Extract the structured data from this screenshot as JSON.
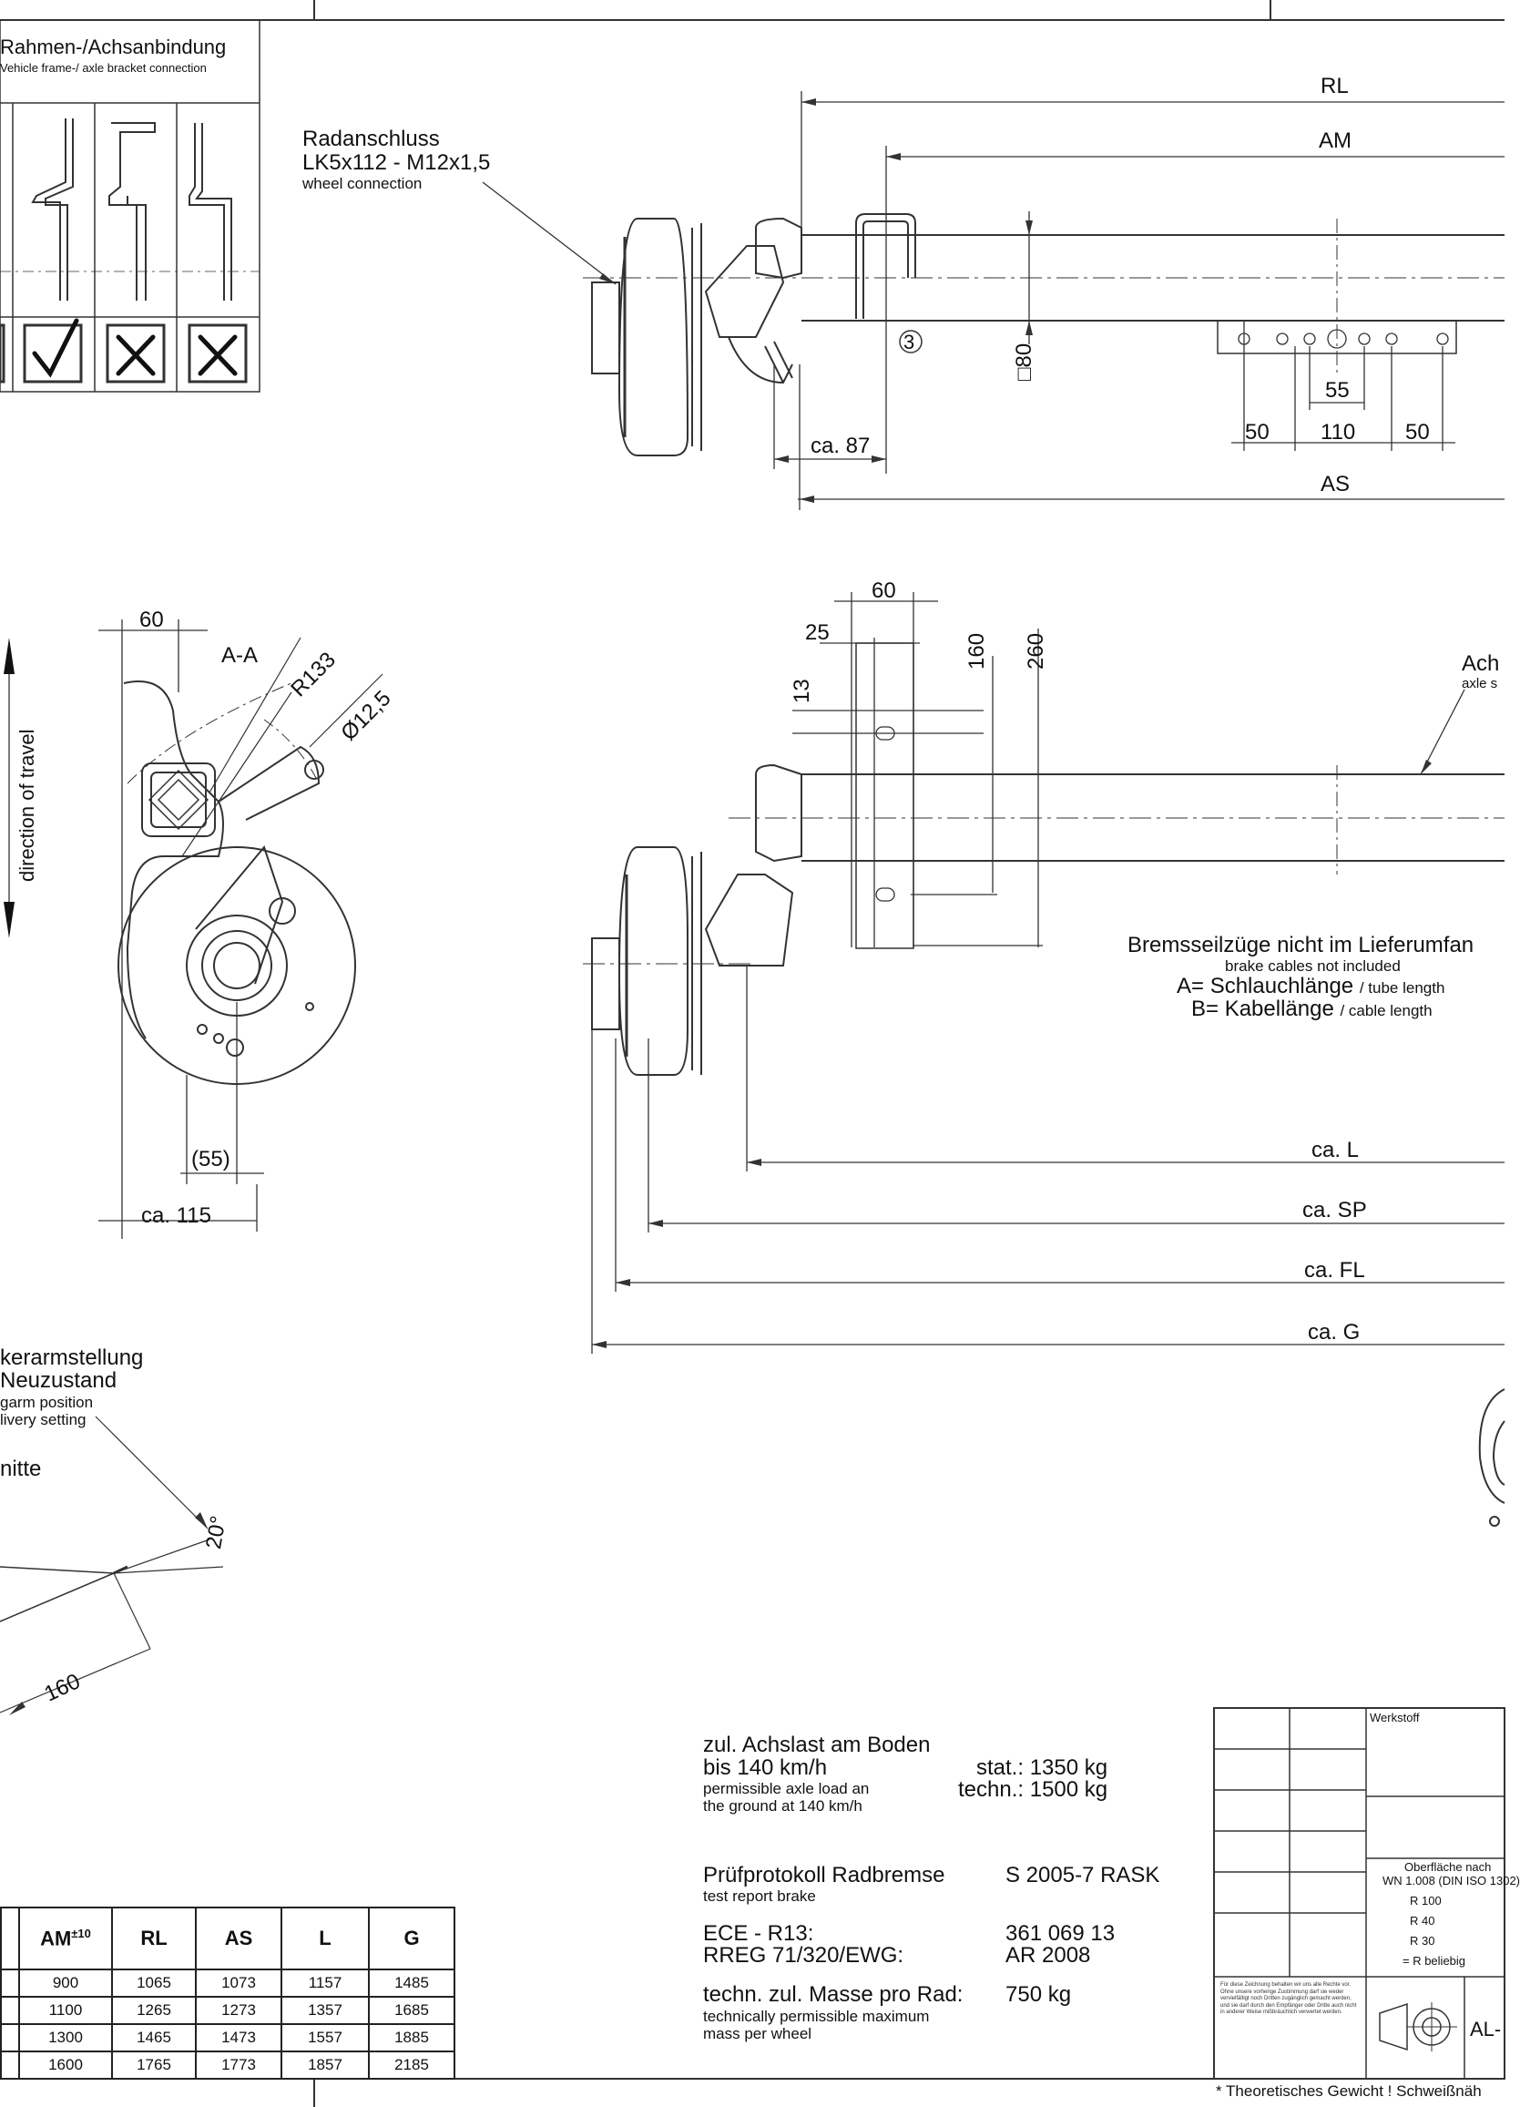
{
  "frame_section": {
    "title": "Rahmen-/Achsanbindung",
    "subtitle": "Vehicle frame-/ axle bracket connection",
    "options": [
      {
        "icon": "check-icon",
        "state": "checked"
      },
      {
        "icon": "x-mark-icon",
        "state": "excluded"
      },
      {
        "icon": "x-mark-icon",
        "state": "excluded"
      }
    ]
  },
  "top_view": {
    "wheel_connection_de": "Radanschluss",
    "wheel_connection_spec": "LK5x112 - M12x1,5",
    "wheel_connection_en": "wheel connection",
    "dim_rl": "RL",
    "dim_am": "AM",
    "dim_as": "AS",
    "dim_ca87": "ca. 87",
    "dim_square": "□80",
    "dim_55": "55",
    "dim_50a": "50",
    "dim_110": "110",
    "dim_50b": "50",
    "callout_3": "3"
  },
  "side_view": {
    "dim_60": "60",
    "section": "A-A",
    "radius": "R133",
    "bore": "Ø12,5",
    "direction": "direction of travel",
    "dim_55": "(55)",
    "dim_ca115": "ca. 115"
  },
  "front_view": {
    "dim_60": "60",
    "dim_25": "25",
    "dim_13": "13",
    "dim_160": "160",
    "dim_260": "260",
    "axle_label": "Ach",
    "axle_sub": "axle s",
    "cables_de": "Bremsseilzüge nicht im Lieferumfan",
    "cables_en": "brake cables not included",
    "a_de": "A= Schlauchlänge",
    "a_en": "/ tube length",
    "b_de": "B= Kabellänge",
    "b_en": "/ cable length",
    "dim_l": "ca. L",
    "dim_sp": "ca. SP",
    "dim_fl": "ca. FL",
    "dim_g": "ca. G"
  },
  "lever_view": {
    "line1": "kerarmstellung",
    "line2": "Neuzustand",
    "line3": "garm position",
    "line4": "livery setting",
    "line5": "nitte",
    "angle": "20°",
    "length": "160"
  },
  "load_block": {
    "axle_load_de_1": "zul. Achslast am Boden",
    "axle_load_de_2": "bis 140 km/h",
    "axle_load_en_1": "permissible axle load an",
    "axle_load_en_2": "the ground at 140 km/h",
    "stat": "stat.: 1350 kg",
    "techn": "techn.: 1500 kg",
    "report_de": "Prüfprotokoll Radbremse",
    "report_en": "test report brake",
    "report_val": "S 2005-7 RASK",
    "ece": "ECE - R13:",
    "ece_val": "361 069 13",
    "rreg": "RREG 71/320/EWG:",
    "rreg_val": "AR 2008",
    "mass_de": "techn. zul. Masse pro Rad:",
    "mass_val": "750  kg",
    "mass_en_1": "technically permissible maximum",
    "mass_en_2": "mass per wheel"
  },
  "dimension_table": {
    "columns": [
      "AM",
      "RL",
      "AS",
      "L",
      "G"
    ],
    "am_tolerance": "±10",
    "rows": [
      [
        "900",
        "1065",
        "1073",
        "1157",
        "1485"
      ],
      [
        "1100",
        "1265",
        "1273",
        "1357",
        "1685"
      ],
      [
        "1300",
        "1465",
        "1473",
        "1557",
        "1885"
      ],
      [
        "1600",
        "1765",
        "1773",
        "1857",
        "2185"
      ]
    ]
  },
  "title_block": {
    "werkstoff": "Werkstoff",
    "surface_1": "Oberfläche nach",
    "surface_2": "WN 1.008 (DIN ISO 1302)",
    "r100": "R 100",
    "r40": "R 40",
    "r30": "R 30",
    "rany": "= R beliebig",
    "note": "Für diese Zeichnung behalten wir uns alle Rechte vor. Ohne unsere vorherige Zustimmung darf sie weder vervielfältigt noch Dritten zugänglich gemacht werden, und sie darf durch den Empfänger oder Dritte auch nicht in anderer Weise mißbräuchlich verwertet werden.",
    "code": "AL-",
    "footer": "* Theoretisches Gewicht ! Schweißnäh"
  }
}
